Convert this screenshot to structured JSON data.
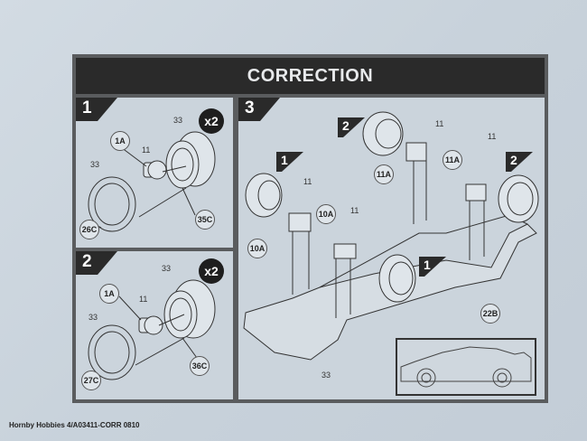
{
  "header": {
    "title": "CORRECTION"
  },
  "steps": [
    {
      "number": "1",
      "multiplier": "x2",
      "labels": {
        "tyre": "33",
        "hub_top": "11",
        "ring_label": "33",
        "insert": "1A",
        "ring": "26C",
        "wheel": "35C"
      }
    },
    {
      "number": "2",
      "multiplier": "x2",
      "labels": {
        "tyre": "33",
        "hub_top": "11",
        "ring_label": "33",
        "insert": "1A",
        "ring": "27C",
        "wheel": "36C"
      }
    },
    {
      "number": "3",
      "labels": {
        "flag_front_left": "1",
        "flag_rear_left": "2",
        "flag_rear_right": "2",
        "flag_front_right": "1",
        "part_11_a": "11",
        "part_11_b": "11",
        "part_11_c": "11",
        "part_11_d": "11",
        "part_10a_a": "10A",
        "part_10a_b": "10A",
        "part_11a_a": "11A",
        "part_11a_b": "11A",
        "part_22b": "22B",
        "part_33": "33"
      }
    }
  ],
  "footer": {
    "text": "Hornby Hobbies 4/A03411-CORR 0810"
  },
  "colors": {
    "header_bg": "#2a2a2a",
    "panel_bg": "#cbd4dc",
    "frame": "#5a5c5e"
  }
}
